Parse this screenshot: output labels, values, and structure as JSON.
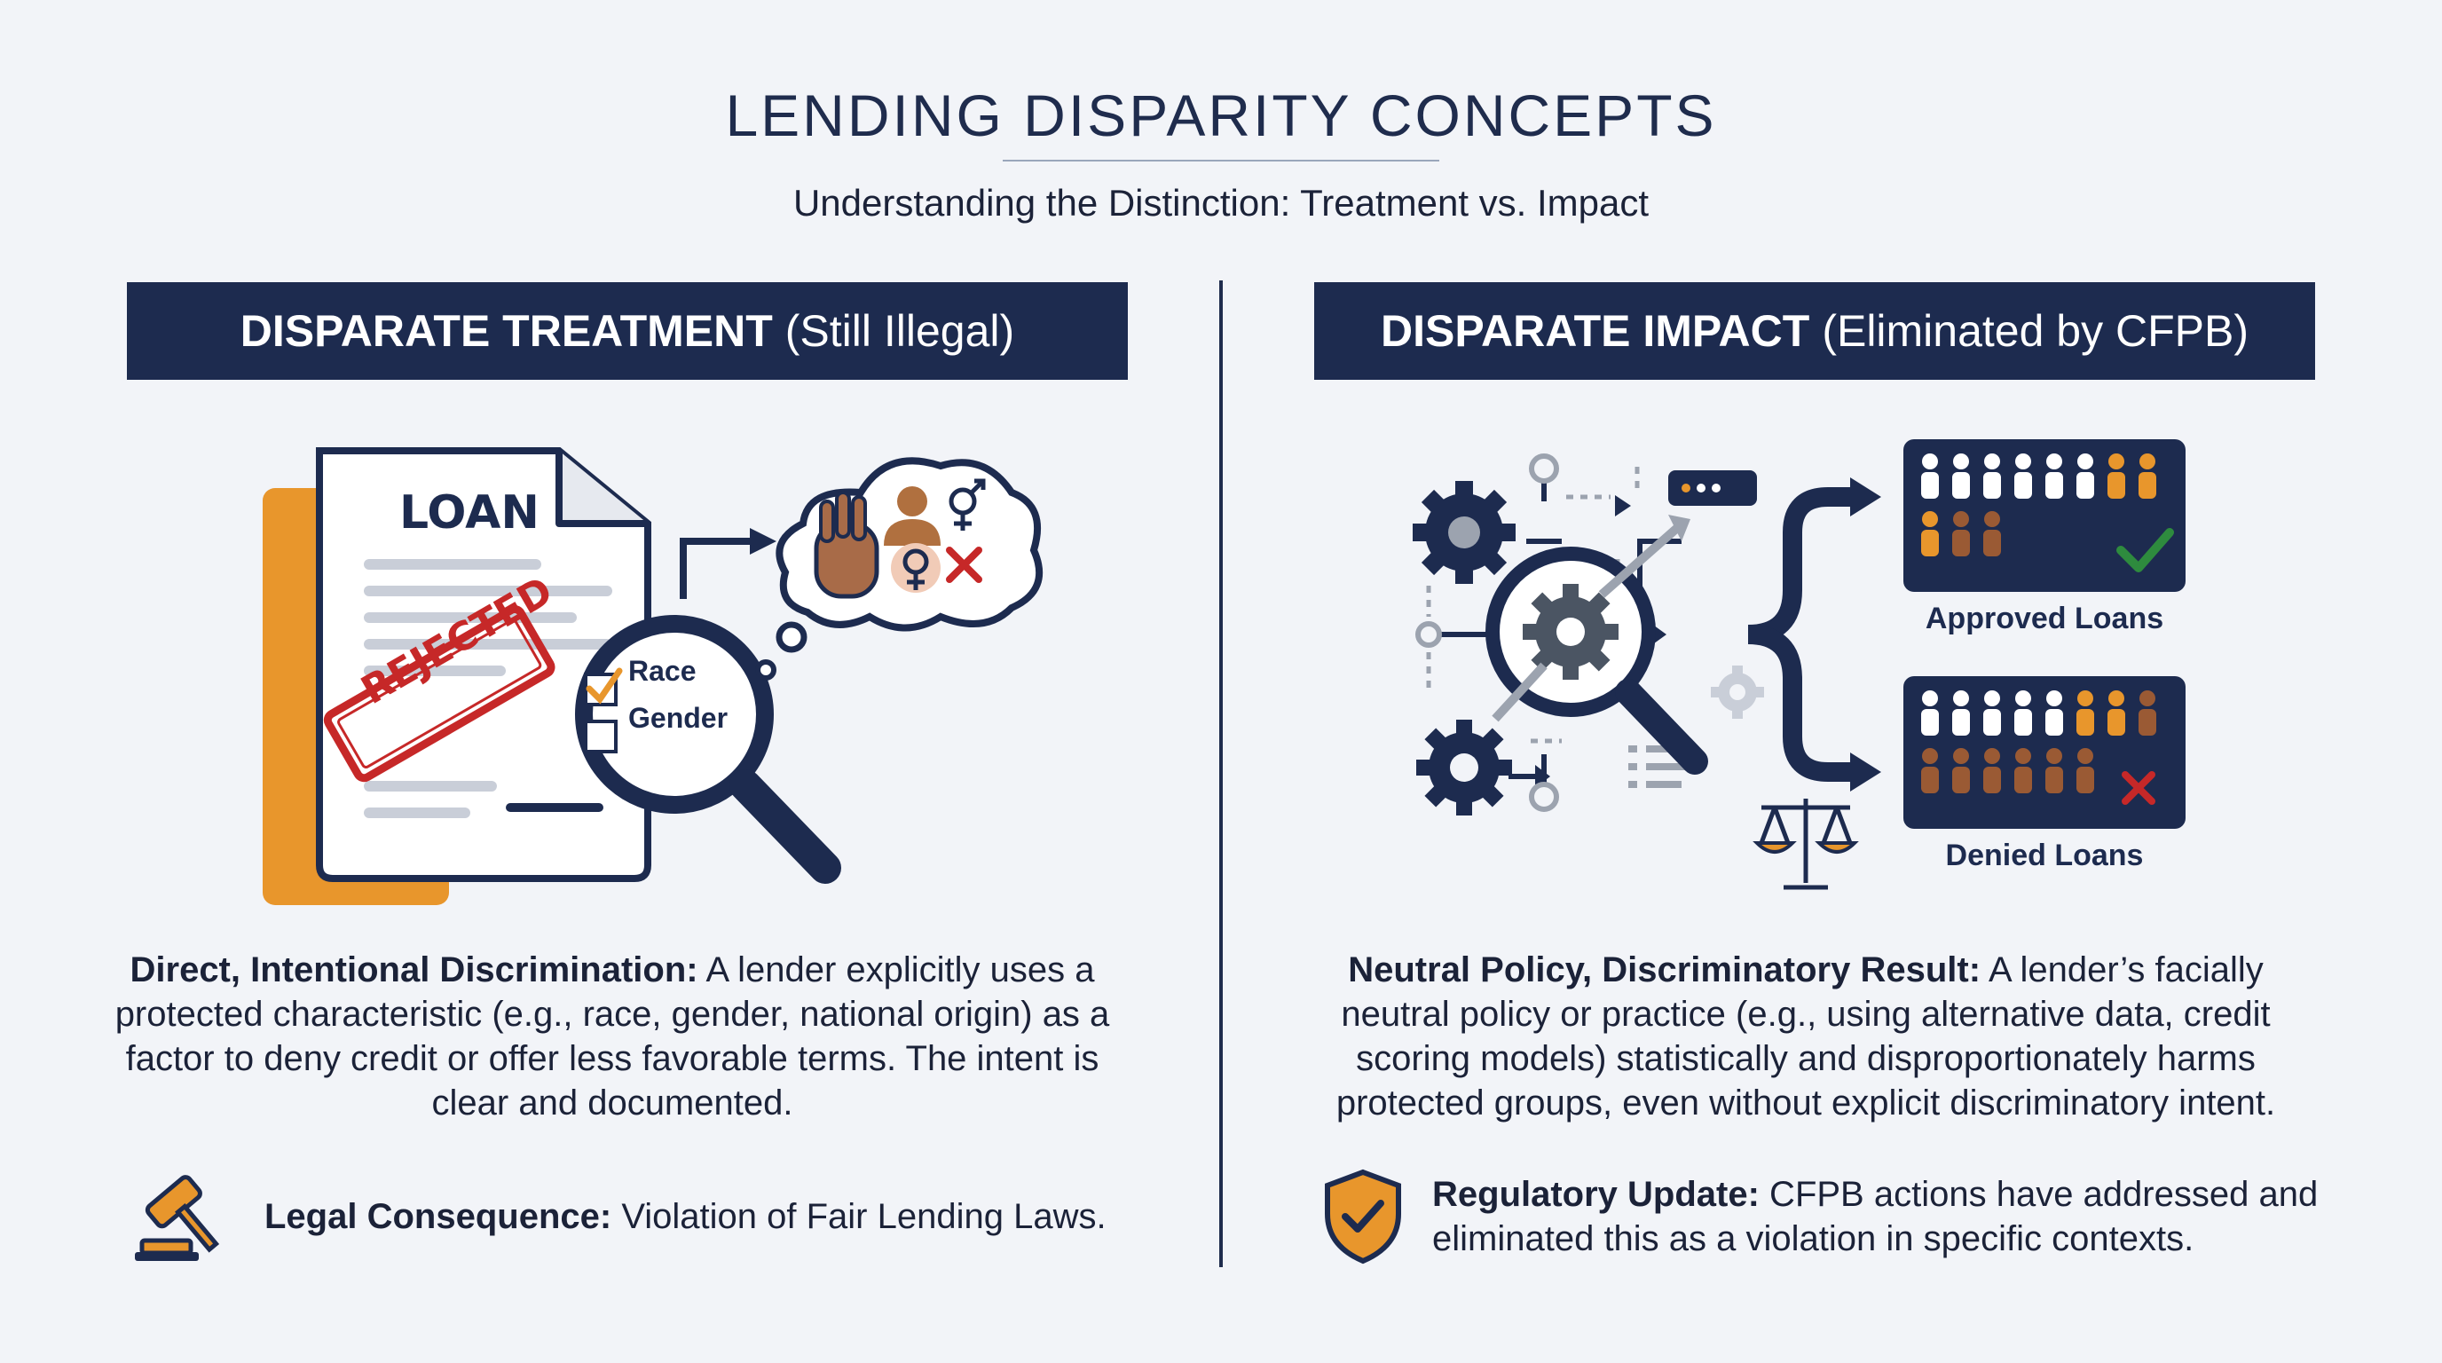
{
  "title": "LENDING DISPARITY CONCEPTS",
  "subtitle": "Understanding the Distinction: Treatment vs. Impact",
  "left": {
    "banner_bold": "DISPARATE TREATMENT",
    "banner_paren": "(Still Illegal)",
    "document_label": "LOAN",
    "stamp": "REJECTED",
    "check_race": "Race",
    "check_gender": "Gender",
    "desc_bold": "Direct, Intentional Discrimination:",
    "desc_text": " A lender explicitly uses a protected characteristic (e.g., race, gender, national origin) as a factor to deny credit or offer less favorable terms. The intent is clear and documented.",
    "note_bold": "Legal Consequence:",
    "note_text": " Violation of Fair Lending Laws."
  },
  "right": {
    "banner_bold": "DISPARATE IMPACT",
    "banner_paren": "(Eliminated by CFPB)",
    "approved_label": "Approved Loans",
    "denied_label": "Denied Loans",
    "desc_bold": "Neutral Policy, Discriminatory Result:",
    "desc_text": " A lender’s facially neutral policy or practice (e.g., using alternative data, credit scoring models) statistically and disproportionately harms protected groups, even without explicit discriminatory intent.",
    "note_bold": "Regulatory Update:",
    "note_text": " CFPB actions have addressed and eliminated this as a violation in specific contexts."
  },
  "colors": {
    "navy": "#1d2b4f",
    "orange": "#e8962c",
    "red": "#c62828",
    "green": "#2e8b3e",
    "gray": "#6b7280",
    "brown": "#7a4a2a"
  }
}
